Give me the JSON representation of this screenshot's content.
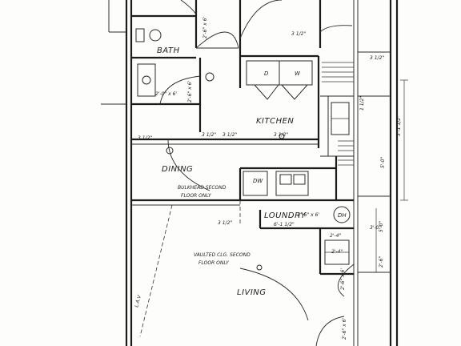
{
  "rooms": {
    "bath": "BATH",
    "kitchen": "KITCHEN",
    "dining": "DINING",
    "laundry": "LOUNDRY",
    "living": "LIVING"
  },
  "notes": {
    "bulkhead_line1": "BULKHEAD SECOND",
    "bulkhead_line2": "FLOOR ONLY",
    "vaulted_line1": "VAULTED CLG. SECOND",
    "vaulted_line2": "FLOOR ONLY",
    "ref": "L.A.V"
  },
  "appliances": {
    "dw": "DW",
    "d": "D",
    "w": "W",
    "dh": "DH"
  },
  "dimensions": {
    "bath_door": "2'-0\" x 6'",
    "hall_door": "2'-6\" x 6'",
    "bath_side": "2'-6\" x 6'",
    "top_a": "3 1/2\"",
    "top_b": "3 1/2\"",
    "kitchen_right": "1 1/2\"",
    "hall_a": "3 1/2\"",
    "hall_b": "3 1/2\"",
    "hall_c": "3 1/2\"",
    "hall_d": "3 1/2\"",
    "side_far": "5'-0\"",
    "mid_right": "3'-1 1/2\"",
    "laundry_door": "2'-6\" x 6'",
    "laundry_sub": "6'-1 1/2\"",
    "laundry_left": "3 1/2\"",
    "right_a": "5'-0\"",
    "right_b": "2'-6\"",
    "closet": "2'-4\"",
    "closet_b": "2'-4\"",
    "living_door": "2'-6\" x 6'",
    "bottom_right": "2'-6\" x 6'",
    "stair": "3'-0\""
  }
}
